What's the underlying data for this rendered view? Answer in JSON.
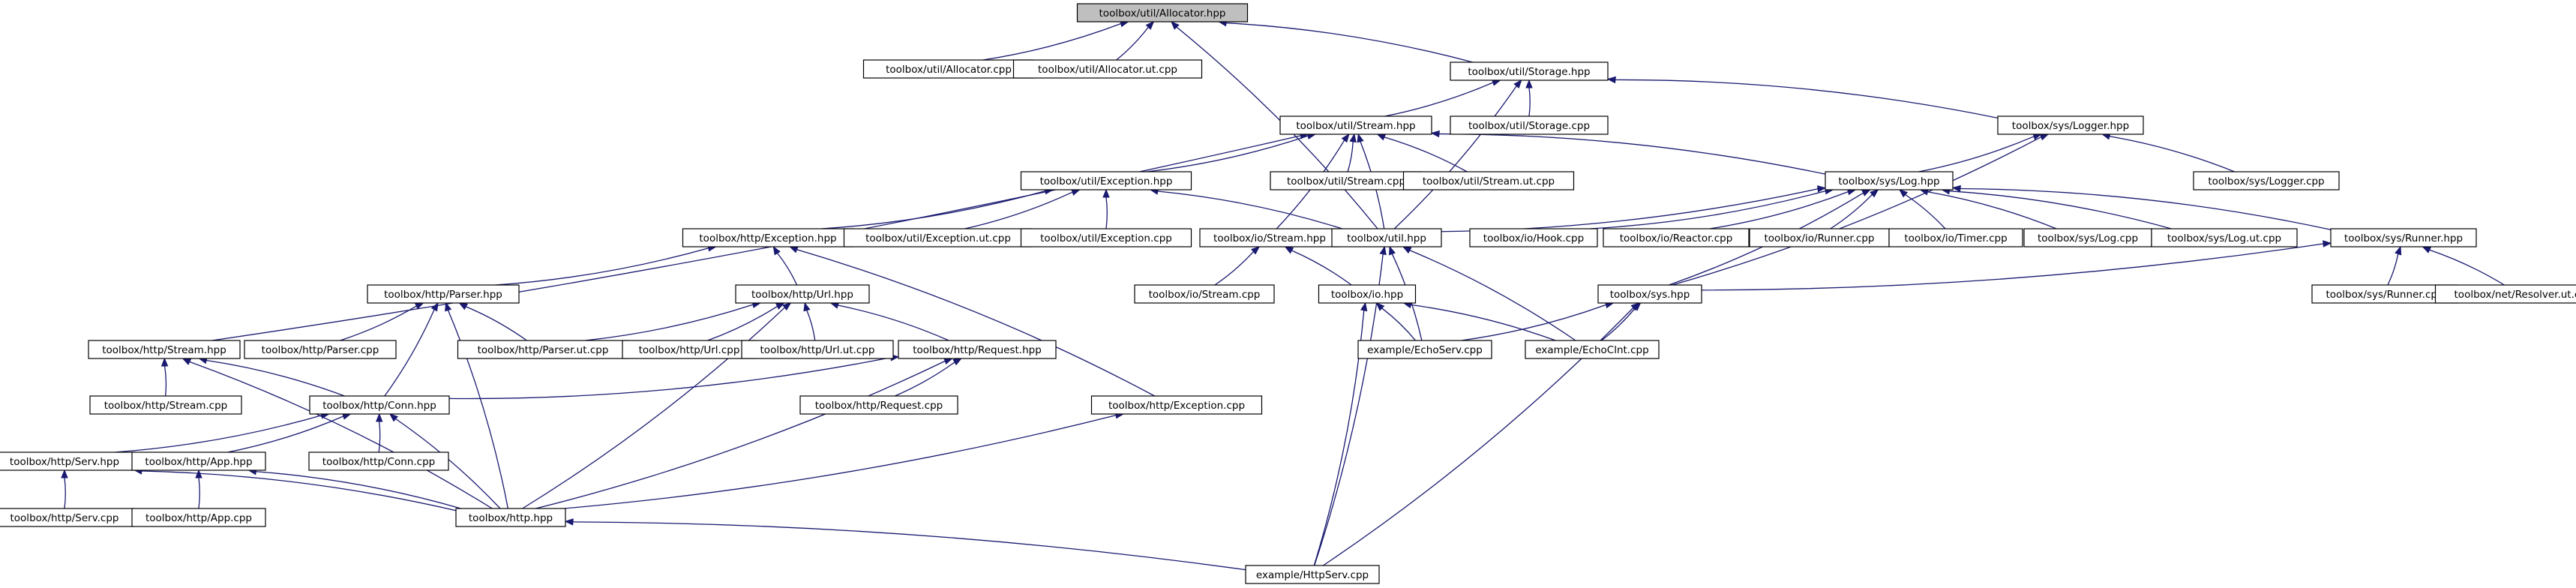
{
  "nodes": [
    {
      "id": "n_alloc_hpp",
      "label": "toolbox/util/Allocator.hpp",
      "root": true
    },
    {
      "id": "n_alloc_cpp",
      "label": "toolbox/util/Allocator.cpp"
    },
    {
      "id": "n_alloc_ut",
      "label": "toolbox/util/Allocator.ut.cpp"
    },
    {
      "id": "n_storage_hpp",
      "label": "toolbox/util/Storage.hpp"
    },
    {
      "id": "n_stream_hpp",
      "label": "toolbox/util/Stream.hpp"
    },
    {
      "id": "n_storage_cpp",
      "label": "toolbox/util/Storage.cpp"
    },
    {
      "id": "n_logger_hpp",
      "label": "toolbox/sys/Logger.hpp"
    },
    {
      "id": "n_exc_hpp",
      "label": "toolbox/util/Exception.hpp"
    },
    {
      "id": "n_stream_cpp",
      "label": "toolbox/util/Stream.cpp"
    },
    {
      "id": "n_stream_ut",
      "label": "toolbox/util/Stream.ut.cpp"
    },
    {
      "id": "n_log_hpp",
      "label": "toolbox/sys/Log.hpp"
    },
    {
      "id": "n_logger_cpp",
      "label": "toolbox/sys/Logger.cpp"
    },
    {
      "id": "n_http_exc_hpp",
      "label": "toolbox/http/Exception.hpp"
    },
    {
      "id": "n_exc_ut",
      "label": "toolbox/util/Exception.ut.cpp"
    },
    {
      "id": "n_exc_cpp",
      "label": "toolbox/util/Exception.cpp"
    },
    {
      "id": "n_io_stream_hpp",
      "label": "toolbox/io/Stream.hpp"
    },
    {
      "id": "n_util_hpp",
      "label": "toolbox/util.hpp"
    },
    {
      "id": "n_hook_cpp",
      "label": "toolbox/io/Hook.cpp"
    },
    {
      "id": "n_reactor_cpp",
      "label": "toolbox/io/Reactor.cpp"
    },
    {
      "id": "n_io_runner_cpp",
      "label": "toolbox/io/Runner.cpp"
    },
    {
      "id": "n_timer_cpp",
      "label": "toolbox/io/Timer.cpp"
    },
    {
      "id": "n_log_cpp",
      "label": "toolbox/sys/Log.cpp"
    },
    {
      "id": "n_log_ut",
      "label": "toolbox/sys/Log.ut.cpp"
    },
    {
      "id": "n_runner_hpp",
      "label": "toolbox/sys/Runner.hpp"
    },
    {
      "id": "n_parser_hpp",
      "label": "toolbox/http/Parser.hpp"
    },
    {
      "id": "n_url_hpp",
      "label": "toolbox/http/Url.hpp"
    },
    {
      "id": "n_io_stream_cpp",
      "label": "toolbox/io/Stream.cpp"
    },
    {
      "id": "n_io_hpp",
      "label": "toolbox/io.hpp"
    },
    {
      "id": "n_sys_hpp",
      "label": "toolbox/sys.hpp"
    },
    {
      "id": "n_sys_runner_cpp",
      "label": "toolbox/sys/Runner.cpp"
    },
    {
      "id": "n_resolver_ut",
      "label": "toolbox/net/Resolver.ut.cpp"
    },
    {
      "id": "n_http_stream_hpp",
      "label": "toolbox/http/Stream.hpp"
    },
    {
      "id": "n_parser_cpp",
      "label": "toolbox/http/Parser.cpp"
    },
    {
      "id": "n_parser_ut",
      "label": "toolbox/http/Parser.ut.cpp"
    },
    {
      "id": "n_url_cpp",
      "label": "toolbox/http/Url.cpp"
    },
    {
      "id": "n_url_ut",
      "label": "toolbox/http/Url.ut.cpp"
    },
    {
      "id": "n_request_hpp",
      "label": "toolbox/http/Request.hpp"
    },
    {
      "id": "n_echoserv",
      "label": "example/EchoServ.cpp"
    },
    {
      "id": "n_echoclnt",
      "label": "example/EchoClnt.cpp"
    },
    {
      "id": "n_http_stream_cpp",
      "label": "toolbox/http/Stream.cpp"
    },
    {
      "id": "n_conn_hpp",
      "label": "toolbox/http/Conn.hpp"
    },
    {
      "id": "n_request_cpp",
      "label": "toolbox/http/Request.cpp"
    },
    {
      "id": "n_http_exc_cpp",
      "label": "toolbox/http/Exception.cpp"
    },
    {
      "id": "n_serv_hpp",
      "label": "toolbox/http/Serv.hpp"
    },
    {
      "id": "n_app_hpp",
      "label": "toolbox/http/App.hpp"
    },
    {
      "id": "n_conn_cpp",
      "label": "toolbox/http/Conn.cpp"
    },
    {
      "id": "n_serv_cpp",
      "label": "toolbox/http/Serv.cpp"
    },
    {
      "id": "n_app_cpp",
      "label": "toolbox/http/App.cpp"
    },
    {
      "id": "n_http_hpp",
      "label": "toolbox/http.hpp"
    },
    {
      "id": "n_httpserv",
      "label": "example/HttpServ.cpp"
    }
  ],
  "edges": [
    [
      "n_alloc_hpp",
      "n_alloc_cpp"
    ],
    [
      "n_alloc_hpp",
      "n_alloc_ut"
    ],
    [
      "n_alloc_hpp",
      "n_storage_hpp"
    ],
    [
      "n_alloc_hpp",
      "n_util_hpp"
    ],
    [
      "n_storage_hpp",
      "n_stream_hpp"
    ],
    [
      "n_storage_hpp",
      "n_storage_cpp"
    ],
    [
      "n_storage_hpp",
      "n_logger_hpp"
    ],
    [
      "n_storage_hpp",
      "n_util_hpp"
    ],
    [
      "n_stream_hpp",
      "n_exc_hpp"
    ],
    [
      "n_stream_hpp",
      "n_stream_cpp"
    ],
    [
      "n_stream_hpp",
      "n_stream_ut"
    ],
    [
      "n_stream_hpp",
      "n_log_hpp"
    ],
    [
      "n_stream_hpp",
      "n_io_stream_hpp"
    ],
    [
      "n_stream_hpp",
      "n_util_hpp"
    ],
    [
      "n_stream_hpp",
      "n_http_stream_hpp"
    ],
    [
      "n_logger_hpp",
      "n_log_hpp"
    ],
    [
      "n_logger_hpp",
      "n_logger_cpp"
    ],
    [
      "n_logger_hpp",
      "n_sys_hpp"
    ],
    [
      "n_exc_hpp",
      "n_http_exc_hpp"
    ],
    [
      "n_exc_hpp",
      "n_exc_ut"
    ],
    [
      "n_exc_hpp",
      "n_exc_cpp"
    ],
    [
      "n_exc_hpp",
      "n_util_hpp"
    ],
    [
      "n_log_hpp",
      "n_util_hpp"
    ],
    [
      "n_log_hpp",
      "n_hook_cpp"
    ],
    [
      "n_log_hpp",
      "n_reactor_cpp"
    ],
    [
      "n_log_hpp",
      "n_io_runner_cpp"
    ],
    [
      "n_log_hpp",
      "n_timer_cpp"
    ],
    [
      "n_log_hpp",
      "n_log_cpp"
    ],
    [
      "n_log_hpp",
      "n_log_ut"
    ],
    [
      "n_log_hpp",
      "n_runner_hpp"
    ],
    [
      "n_log_hpp",
      "n_sys_hpp"
    ],
    [
      "n_http_exc_hpp",
      "n_parser_hpp"
    ],
    [
      "n_http_exc_hpp",
      "n_url_hpp"
    ],
    [
      "n_http_exc_hpp",
      "n_http_exc_cpp"
    ],
    [
      "n_io_stream_hpp",
      "n_io_stream_cpp"
    ],
    [
      "n_io_stream_hpp",
      "n_io_hpp"
    ],
    [
      "n_util_hpp",
      "n_echoserv"
    ],
    [
      "n_util_hpp",
      "n_echoclnt"
    ],
    [
      "n_util_hpp",
      "n_httpserv"
    ],
    [
      "n_runner_hpp",
      "n_sys_hpp"
    ],
    [
      "n_runner_hpp",
      "n_sys_runner_cpp"
    ],
    [
      "n_runner_hpp",
      "n_resolver_ut"
    ],
    [
      "n_parser_hpp",
      "n_parser_cpp"
    ],
    [
      "n_parser_hpp",
      "n_parser_ut"
    ],
    [
      "n_parser_hpp",
      "n_conn_hpp"
    ],
    [
      "n_parser_hpp",
      "n_http_hpp"
    ],
    [
      "n_url_hpp",
      "n_parser_ut"
    ],
    [
      "n_url_hpp",
      "n_url_cpp"
    ],
    [
      "n_url_hpp",
      "n_url_ut"
    ],
    [
      "n_url_hpp",
      "n_request_hpp"
    ],
    [
      "n_url_hpp",
      "n_http_hpp"
    ],
    [
      "n_io_hpp",
      "n_echoserv"
    ],
    [
      "n_io_hpp",
      "n_echoclnt"
    ],
    [
      "n_io_hpp",
      "n_httpserv"
    ],
    [
      "n_sys_hpp",
      "n_echoserv"
    ],
    [
      "n_sys_hpp",
      "n_echoclnt"
    ],
    [
      "n_sys_hpp",
      "n_httpserv"
    ],
    [
      "n_http_stream_hpp",
      "n_http_stream_cpp"
    ],
    [
      "n_http_stream_hpp",
      "n_conn_hpp"
    ],
    [
      "n_http_stream_hpp",
      "n_http_hpp"
    ],
    [
      "n_request_hpp",
      "n_request_cpp"
    ],
    [
      "n_request_hpp",
      "n_conn_hpp"
    ],
    [
      "n_request_hpp",
      "n_http_hpp"
    ],
    [
      "n_conn_hpp",
      "n_serv_hpp"
    ],
    [
      "n_conn_hpp",
      "n_app_hpp"
    ],
    [
      "n_conn_hpp",
      "n_conn_cpp"
    ],
    [
      "n_conn_hpp",
      "n_http_hpp"
    ],
    [
      "n_http_exc_cpp",
      "n_http_hpp"
    ],
    [
      "n_serv_hpp",
      "n_serv_cpp"
    ],
    [
      "n_serv_hpp",
      "n_http_hpp"
    ],
    [
      "n_app_hpp",
      "n_app_cpp"
    ],
    [
      "n_app_hpp",
      "n_http_hpp"
    ],
    [
      "n_http_hpp",
      "n_httpserv"
    ]
  ]
}
